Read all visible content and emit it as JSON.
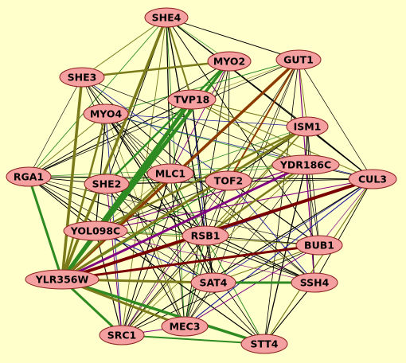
{
  "graph": {
    "background": "#ffffcc",
    "node_fill": "#f4a0a0",
    "node_stroke": "#8b2020",
    "edge_colors": {
      "thin": "#000000",
      "green": "#2e8b22",
      "olive": "#7a7a1a",
      "brown": "#8b3a00",
      "darkred": "#7a0000",
      "purple": "#800080",
      "blue": "#2020a0"
    },
    "nodes": [
      {
        "id": "SHE4"
      },
      {
        "id": "MYO2"
      },
      {
        "id": "GUT1"
      },
      {
        "id": "SHE3"
      },
      {
        "id": "TVP18"
      },
      {
        "id": "MYO4"
      },
      {
        "id": "ISM1"
      },
      {
        "id": "YDR186C"
      },
      {
        "id": "RGA1"
      },
      {
        "id": "MLC1"
      },
      {
        "id": "TOF2"
      },
      {
        "id": "CUL3"
      },
      {
        "id": "SHE2"
      },
      {
        "id": "YOL098C"
      },
      {
        "id": "RSB1"
      },
      {
        "id": "BUB1"
      },
      {
        "id": "YLR356W"
      },
      {
        "id": "SAT4"
      },
      {
        "id": "SSH4"
      },
      {
        "id": "SRC1"
      },
      {
        "id": "MEC3"
      },
      {
        "id": "STT4"
      }
    ],
    "thick_edges": [
      {
        "source": "YLR356W",
        "target": "TVP18",
        "color": "green",
        "weight": 5
      },
      {
        "source": "YOL098C",
        "target": "TVP18",
        "color": "green",
        "weight": 4
      },
      {
        "source": "YLR356W",
        "target": "MYO2",
        "color": "green",
        "weight": 3
      },
      {
        "source": "YLR356W",
        "target": "SHE4",
        "color": "olive",
        "weight": 3.5
      },
      {
        "source": "YLR356W",
        "target": "GUT1",
        "color": "brown",
        "weight": 3.5
      },
      {
        "source": "YLR356W",
        "target": "ISM1",
        "color": "olive",
        "weight": 3
      },
      {
        "source": "YLR356W",
        "target": "YDR186C",
        "color": "purple",
        "weight": 3
      },
      {
        "source": "YLR356W",
        "target": "CUL3",
        "color": "darkred",
        "weight": 4
      },
      {
        "source": "YLR356W",
        "target": "BUB1",
        "color": "darkred",
        "weight": 3
      },
      {
        "source": "YLR356W",
        "target": "SHE3",
        "color": "olive",
        "weight": 3.5
      },
      {
        "source": "YLR356W",
        "target": "RGA1",
        "color": "green",
        "weight": 3
      },
      {
        "source": "YLR356W",
        "target": "SRC1",
        "color": "green",
        "weight": 3
      },
      {
        "source": "YLR356W",
        "target": "STT4",
        "color": "green",
        "weight": 3.5
      },
      {
        "source": "YLR356W",
        "target": "MEC3",
        "color": "olive",
        "weight": 3
      },
      {
        "source": "YLR356W",
        "target": "SAT4",
        "color": "olive",
        "weight": 3
      },
      {
        "source": "YLR356W",
        "target": "MLC1",
        "color": "olive",
        "weight": 3
      },
      {
        "source": "YLR356W",
        "target": "MYO4",
        "color": "olive",
        "weight": 2.5
      },
      {
        "source": "YOL098C",
        "target": "MYO2",
        "color": "green",
        "weight": 3
      },
      {
        "source": "SAT4",
        "target": "SSH4",
        "color": "green",
        "weight": 3
      },
      {
        "source": "SHE3",
        "target": "MYO2",
        "color": "olive",
        "weight": 2.5
      },
      {
        "source": "RSB1",
        "target": "YDR186C",
        "color": "olive",
        "weight": 2.5
      },
      {
        "source": "TOF2",
        "target": "GUT1",
        "color": "brown",
        "weight": 2
      },
      {
        "source": "YOL098C",
        "target": "ISM1",
        "color": "olive",
        "weight": 2.5
      },
      {
        "source": "SRC1",
        "target": "STT4",
        "color": "green",
        "weight": 2
      },
      {
        "source": "SHE4",
        "target": "TVP18",
        "color": "olive",
        "weight": 2
      },
      {
        "source": "MYO2",
        "target": "SHE2",
        "color": "green",
        "weight": 2.5
      }
    ]
  }
}
